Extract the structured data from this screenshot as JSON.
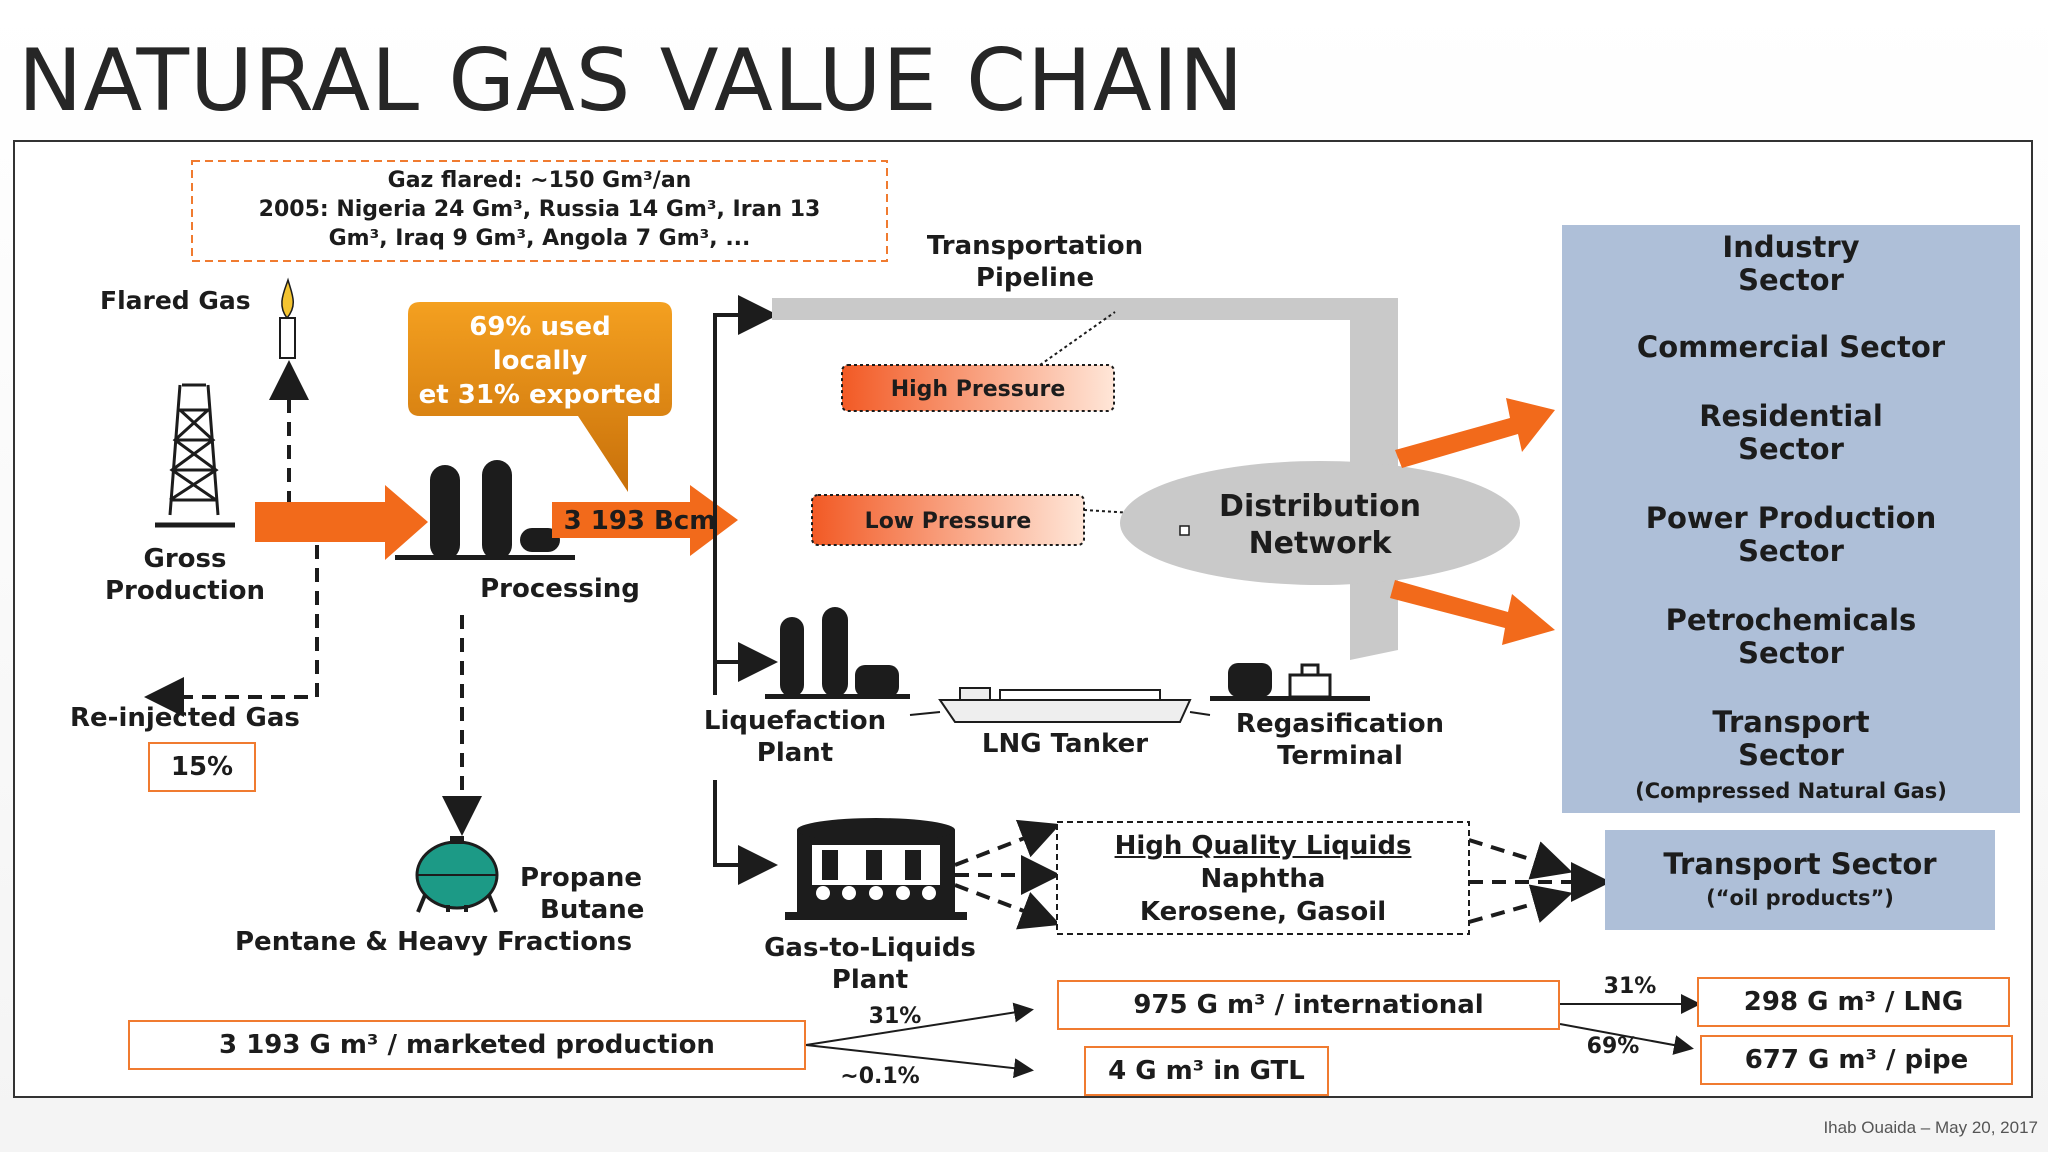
{
  "slide": {
    "title": "NATURAL GAS VALUE CHAIN",
    "footer": "Ihab Ouaida – May 20, 2017"
  },
  "flare_note": {
    "line1": "Gaz flared: ~150 Gm³/an",
    "line2": "2005: Nigeria 24 Gm³, Russia 14 Gm³, Iran 13",
    "line3": "Gm³, Iraq 9 Gm³, Angola 7 Gm³, ..."
  },
  "labels": {
    "flared_gas": "Flared Gas",
    "gross_production_1": "Gross",
    "gross_production_2": "Production",
    "processing": "Processing",
    "reinjected_gas": "Re-injected Gas",
    "reinjected_pct": "15%",
    "callout_1": "69% used",
    "callout_2": "locally",
    "callout_3": "et 31% exported",
    "volume_bcm": "3 193 Bcm",
    "transport_pipeline_1": "Transportation",
    "transport_pipeline_2": "Pipeline",
    "high_pressure": "High Pressure",
    "low_pressure": "Low Pressure",
    "distribution_1": "Distribution",
    "distribution_2": "Network",
    "liquefaction_1": "Liquefaction",
    "liquefaction_2": "Plant",
    "lng_tanker": "LNG Tanker",
    "regas_1": "Regasification",
    "regas_2": "Terminal",
    "propane": "Propane",
    "butane": "Butane",
    "pentane": "Pentane & Heavy Fractions",
    "gtl_1": "Gas-to-Liquids",
    "gtl_2": "Plant",
    "hql_title": "High Quality Liquids",
    "hql_2": "Naphtha",
    "hql_3": "Kerosene, Gasoil"
  },
  "sectors": [
    {
      "line1": "Industry",
      "line2": "Sector"
    },
    {
      "line1": "Commercial Sector",
      "line2": ""
    },
    {
      "line1": "Residential",
      "line2": "Sector"
    },
    {
      "line1": "Power Production",
      "line2": "Sector"
    },
    {
      "line1": "Petrochemicals",
      "line2": "Sector"
    },
    {
      "line1": "Transport",
      "line2": "Sector",
      "line3": "(Compressed Natural Gas)"
    }
  ],
  "transport_oil": {
    "line1": "Transport Sector",
    "line2": "(“oil products”)"
  },
  "bottom_flow": {
    "marketed": "3 193 G m³ / marketed production",
    "pct_international": "31%",
    "pct_gtl": "~0.1%",
    "international": "975 G m³ / international",
    "gtl": "4 G m³ in GTL",
    "pct_lng": "31%",
    "pct_pipe": "69%",
    "lng": "298 G m³ / LNG",
    "pipe": "677 G m³ / pipe"
  },
  "colors": {
    "orange": "#f26a1b",
    "sector_blue": "#aebfd8",
    "pipe_gray": "#c8c8c8",
    "box_border": "#f07b30",
    "callout": "#e38a0e"
  }
}
